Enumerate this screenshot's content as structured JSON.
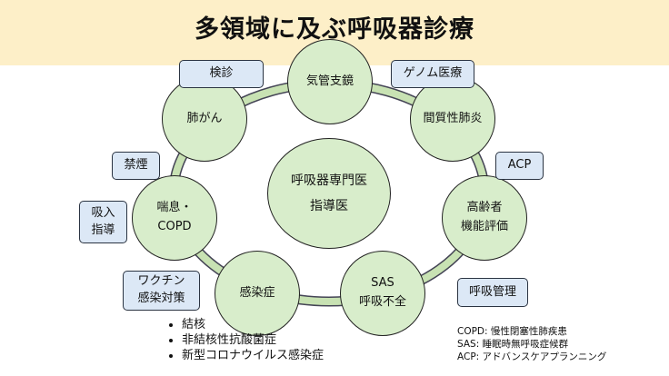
{
  "title": "多領域に及ぶ呼吸器診療",
  "center": {
    "line1": "呼吸器専門医",
    "line2": "指導医"
  },
  "nodes": {
    "bronchoscopy": "気管支鏡",
    "lung_cancer": "肺がん",
    "ild": "間質性肺炎",
    "asthma_1": "喘息・",
    "asthma_2": "COPD",
    "elderly_1": "高齢者",
    "elderly_2": "機能評価",
    "infection": "感染症",
    "sas_1": "SAS",
    "sas_2": "呼吸不全"
  },
  "boxes": {
    "screening": "検診",
    "genome": "ゲノム医療",
    "smoking": "禁煙",
    "acp": "ACP",
    "inhale_1": "吸入",
    "inhale_2": "指導",
    "vaccine_1": "ワクチン",
    "vaccine_2": "感染対策",
    "resp_mgmt": "呼吸管理"
  },
  "infection_list": [
    "結核",
    "非結核性抗酸菌症",
    "新型コロナウイルス感染症"
  ],
  "legend": [
    "COPD: 慢性閉塞性肺疾患",
    "SAS: 睡眠時無呼吸症候群",
    "ACP: アドバンスケアプランニング"
  ]
}
